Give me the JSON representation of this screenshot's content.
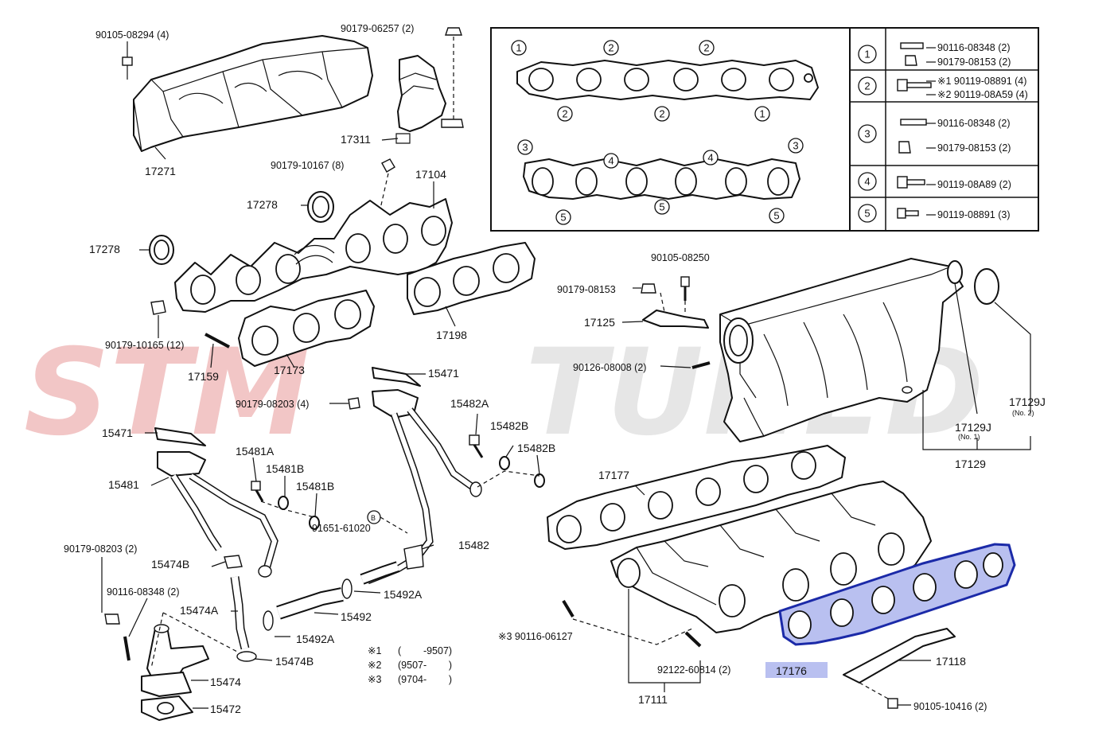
{
  "watermark": {
    "left": "STM",
    "right": "TUNED",
    "left_color": "#f2c6c6",
    "right_color": "#e6e6e6"
  },
  "highlight_color": "#1b2aa8",
  "highlight_fill": "#b9c0f0",
  "labels": {
    "p90105_08294": "90105-08294 (4)",
    "p90179_06257": "90179-06257 (2)",
    "p17271": "17271",
    "p17311": "17311",
    "p90179_10167": "90179-10167 (8)",
    "p17104": "17104",
    "p17278a": "17278",
    "p17278b": "17278",
    "p90179_10165": "90179-10165 (12)",
    "p17159": "17159",
    "p17173": "17173",
    "p17198": "17198",
    "p15471a": "15471",
    "p90179_08203a": "90179-08203 (4)",
    "p15482A": "15482A",
    "p15482B_a": "15482B",
    "p15482B_b": "15482B",
    "p15471b": "15471",
    "p15481A": "15481A",
    "p15481B_a": "15481B",
    "p15481B_b": "15481B",
    "p15481": "15481",
    "pB": "B",
    "p91651": "91651-61020",
    "p15482": "15482",
    "p90179_08203b": "90179-08203 (2)",
    "p15474B_a": "15474B",
    "p90116_08348": "90116-08348 (2)",
    "p15474A": "15474A",
    "p15492A_a": "15492A",
    "p15492": "15492",
    "p15492A_b": "15492A",
    "p15474B_b": "15474B",
    "p15474": "15474",
    "p15472": "15472",
    "p90105_08250": "90105-08250",
    "p90179_08153": "90179-08153",
    "p17125": "17125",
    "p90126_08008": "90126-08008 (2)",
    "p17129J_1": "17129J",
    "p17129J_1_sub": "(No. 1)",
    "p17129J_2": "17129J",
    "p17129J_2_sub": "(No. 2)",
    "p17129": "17129",
    "p17177": "17177",
    "p3_90116": "※3 90116-06127",
    "p92122": "92122-60814 (2)",
    "p17111": "17111",
    "p17176": "17176",
    "p17118": "17118",
    "p90105_10416": "90105-10416 (2)"
  },
  "notes": [
    {
      "mark": "※1",
      "text": "(        -9507)"
    },
    {
      "mark": "※2",
      "text": "(9507-        )"
    },
    {
      "mark": "※3",
      "text": "(9704-        )"
    }
  ],
  "inset": {
    "gasket_numbers_top": [
      "1",
      "2",
      "2",
      "2",
      "2",
      "1"
    ],
    "gasket_numbers_bottom": [
      "3",
      "4",
      "4",
      "3",
      "5",
      "5",
      "5"
    ],
    "table": [
      {
        "num": "1",
        "lines": [
          "90116-08348 (2)",
          "90179-08153 (2)"
        ]
      },
      {
        "num": "2",
        "lines": [
          "※1 90119-08891 (4)",
          "※2 90119-08A59 (4)"
        ]
      },
      {
        "num": "3",
        "lines": [
          "90116-08348 (2)",
          "90179-08153 (2)"
        ]
      },
      {
        "num": "4",
        "lines": [
          "90119-08A89 (2)"
        ]
      },
      {
        "num": "5",
        "lines": [
          "90119-08891 (3)"
        ]
      }
    ]
  }
}
